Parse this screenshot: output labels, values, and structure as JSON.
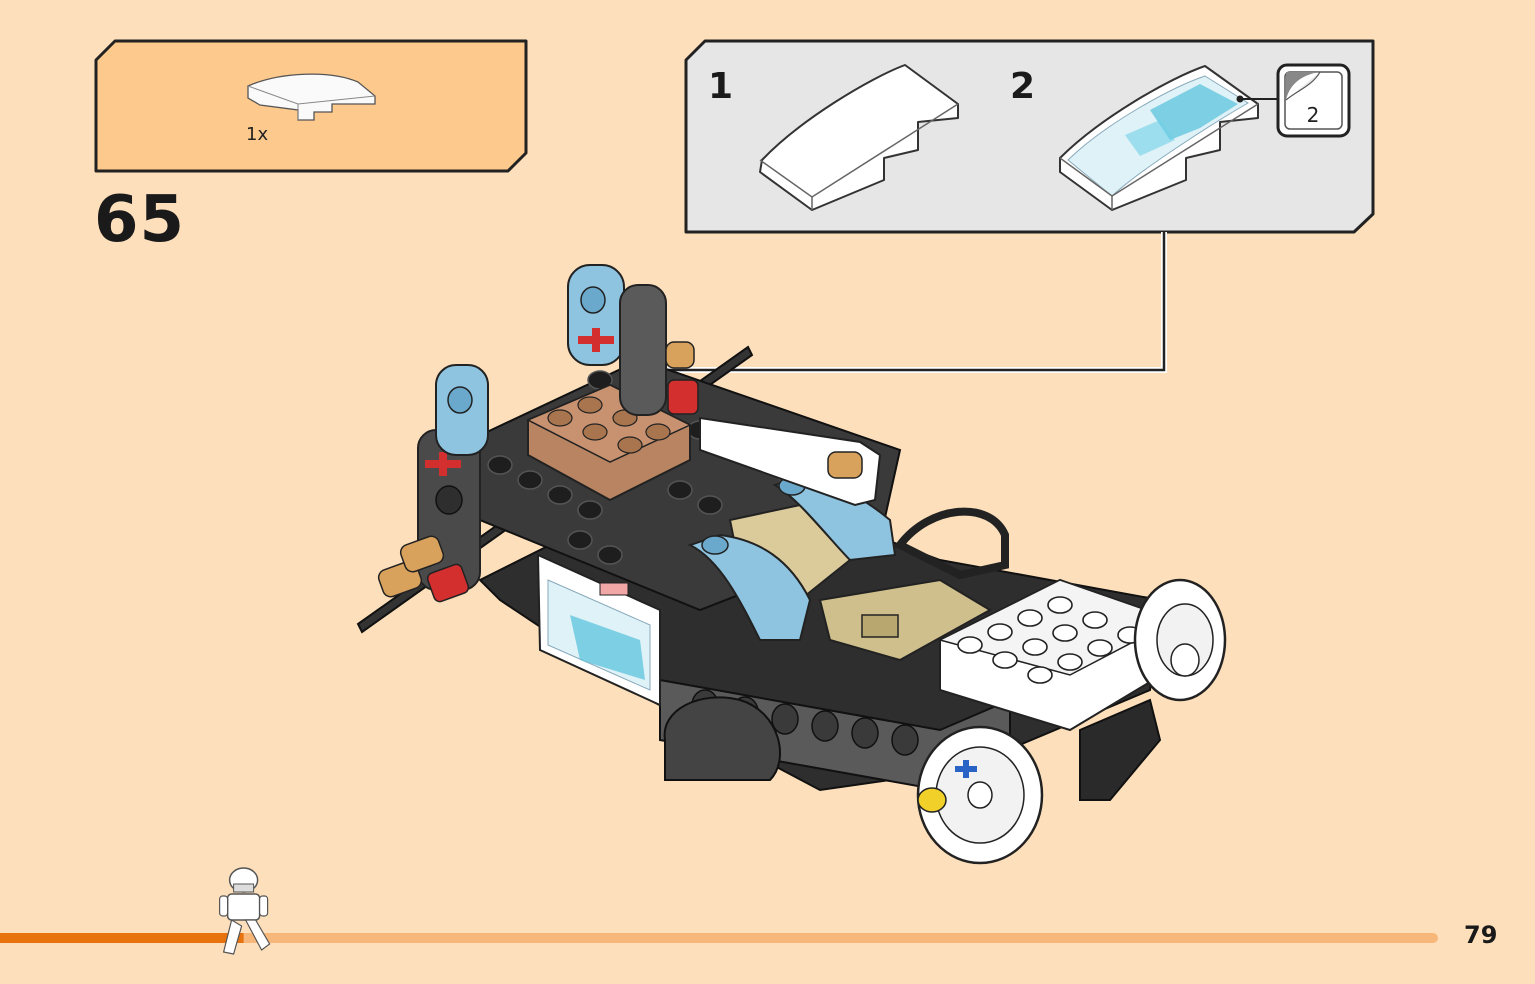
{
  "step": {
    "number": "65"
  },
  "parts_list": {
    "quantity": "1x",
    "part_color": "#ffffff"
  },
  "sub_steps": [
    {
      "label": "1"
    },
    {
      "label": "2"
    }
  ],
  "sticker": {
    "number": "2"
  },
  "footer": {
    "page_number": "79",
    "progress_fraction": 0.17,
    "progress_color": "#e8730e",
    "track_color": "#f7b77a"
  },
  "colors": {
    "background": "#fde0bb",
    "parts_box": "#fdc98c",
    "callout_box": "#e6e6e6",
    "outline": "#222222"
  }
}
